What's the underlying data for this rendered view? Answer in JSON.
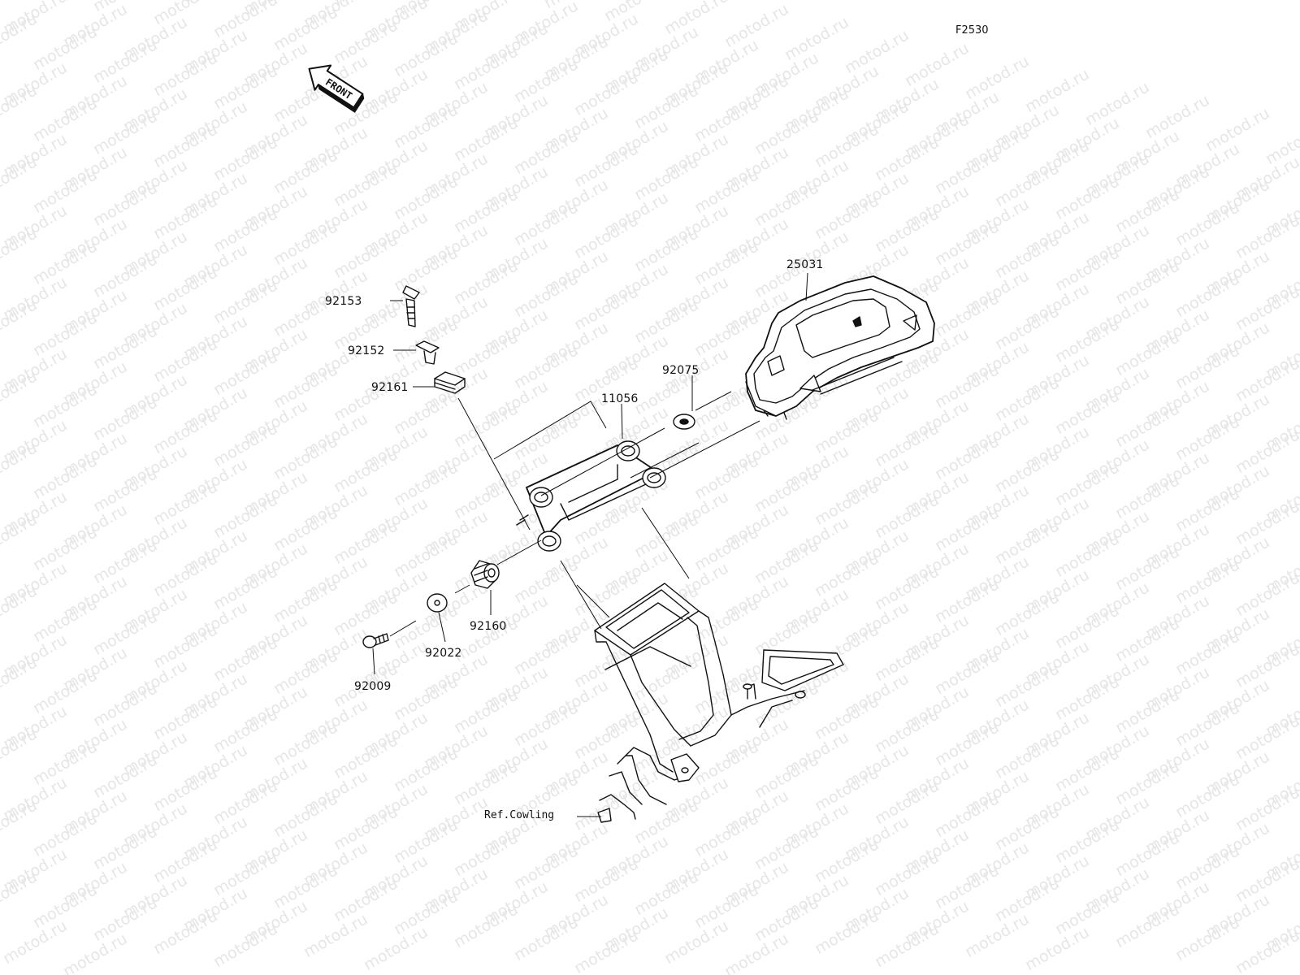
{
  "diagram": {
    "figure_code": "F2530",
    "watermark_text": "motod.ru",
    "front_arrow_text": "FRONT",
    "ref_label": "Ref.Cowling",
    "parts": [
      {
        "id": "25031",
        "label": "25031",
        "name": "meter-assembly"
      },
      {
        "id": "92075",
        "label": "92075",
        "name": "damper-upper"
      },
      {
        "id": "11056",
        "label": "11056",
        "name": "meter-bracket"
      },
      {
        "id": "92153",
        "label": "92153",
        "name": "bolt"
      },
      {
        "id": "92152",
        "label": "92152",
        "name": "collar"
      },
      {
        "id": "92161",
        "label": "92161",
        "name": "damper-pad"
      },
      {
        "id": "92160",
        "label": "92160",
        "name": "damper-grommet"
      },
      {
        "id": "92022",
        "label": "92022",
        "name": "washer"
      },
      {
        "id": "92009",
        "label": "92009",
        "name": "screw"
      }
    ]
  }
}
